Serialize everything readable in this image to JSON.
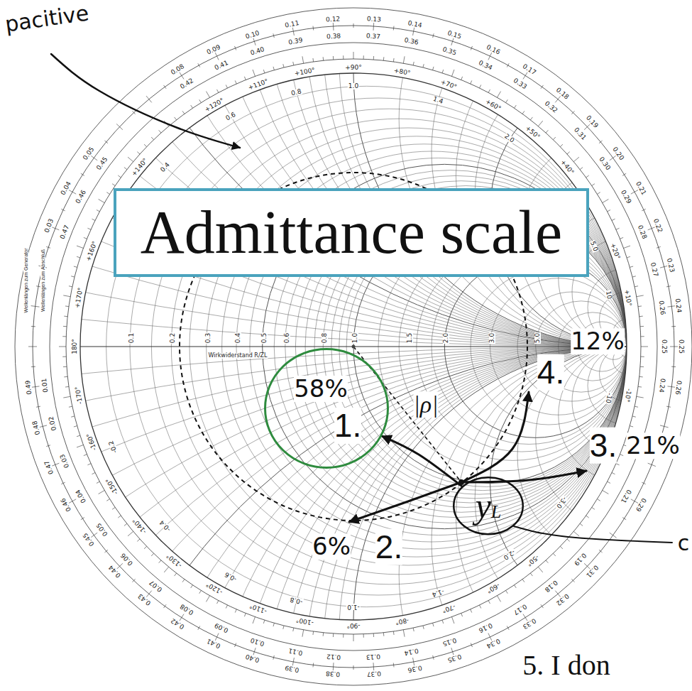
{
  "diagram": {
    "nodes": [
      {
        "text": [
          "Admittance scale"
        ]
      },
      {
        "text": [
          "58%",
          "1."
        ]
      },
      {
        "text": [
          "yL"
        ]
      }
    ],
    "edges": [
      {
        "from": 2,
        "to": 1,
        "arrow": "to"
      }
    ],
    "labels": [
      "pacitive",
      "|ρ|",
      "4.",
      "12%",
      "3.",
      "21%",
      "2.",
      "6%",
      "c",
      "5. I don",
      "Wirkwiderstand R/ZL",
      "Wellenlängen zum Generator",
      "Wellenlängen zum Abschluß",
      "0.1",
      "0.2",
      "0.3",
      "0.4",
      "0.5",
      "0.6",
      "0.8",
      "1.0",
      "1.5",
      "2.0",
      "3.0",
      "5.0",
      "0.4",
      "0.6",
      "0.8",
      "1.0",
      "1.4",
      "2.0",
      "5.0",
      "10",
      "-0.2",
      "-0.4",
      "-0.6",
      "-0.8",
      "-1.0",
      "-1.4",
      "-2.0",
      "-3.0",
      "-10",
      "+10°",
      "+20°",
      "+40°",
      "+50°",
      "+60°",
      "+70°",
      "+80°",
      "+90°",
      "+100°",
      "+110°",
      "+120°",
      "+140°",
      "+160°",
      "+170°",
      "180°",
      "-170°",
      "-160°",
      "-150°",
      "-140°",
      "-130°",
      "-120°",
      "-110°",
      "-100°",
      "-90°",
      "-80°",
      "-70°",
      "-60°",
      "-50°",
      "-10°",
      "0.03",
      "0.04",
      "0.05",
      "0.08",
      "0.09",
      "0.10",
      "0.11",
      "0.12",
      "0.13",
      "0.14",
      "0.15",
      "0.16",
      "0.17",
      "0.18",
      "0.19",
      "0.20",
      "0.21",
      "0.22",
      "0.23",
      "0.24",
      "0.25",
      "0.26",
      "0.29",
      "0.31",
      "0.32",
      "0.33",
      "0.34",
      "0.35",
      "0.36",
      "0.37",
      "0.38",
      "0.39",
      "0.40",
      "0.41",
      "0.42",
      "0.43",
      "0.44",
      "0.45",
      "0.46",
      "0.47",
      "0.48",
      "0.49",
      "0.01",
      "0.02",
      "0.03",
      "0.04",
      "0.05",
      "0.06",
      "0.07",
      "0.08",
      "0.09",
      "0.10",
      "0.11",
      "0.12",
      "0.13",
      "0.14",
      "0.15",
      "0.16",
      "0.17",
      "0.18",
      "0.19",
      "0.21",
      "0.24",
      "0.25",
      "0.26",
      "0.27",
      "0.28",
      "0.29",
      "0.30",
      "0.31",
      "0.32",
      "0.33",
      "0.34",
      "0.35",
      "0.36",
      "0.37",
      "0.38",
      "0.39",
      "0.40",
      "0.41",
      "0.42",
      "0.45",
      "0.46",
      "0.47"
    ]
  }
}
